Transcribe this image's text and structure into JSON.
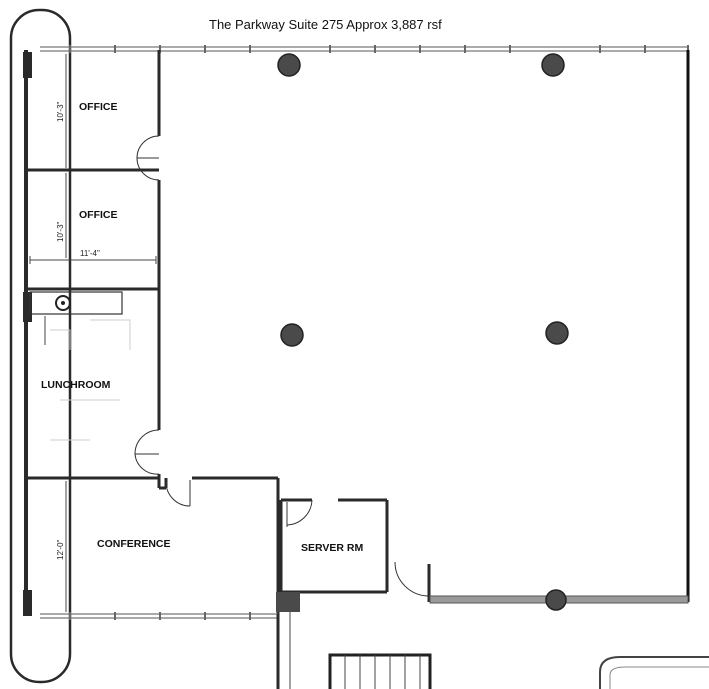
{
  "plan": {
    "title": "The Parkway Suite 275  Approx 3,887 rsf",
    "rooms": {
      "office_1": "OFFICE",
      "office_2": "OFFICE",
      "lunchroom": "LUNCHROOM",
      "conference": "CONFERENCE",
      "server_room": "SERVER RM"
    },
    "dimensions": {
      "office_1_depth": "10'-3\"",
      "office_2_depth": "10'-3\"",
      "office_width": "11'-4\"",
      "conference_depth": "12'-0\""
    }
  }
}
